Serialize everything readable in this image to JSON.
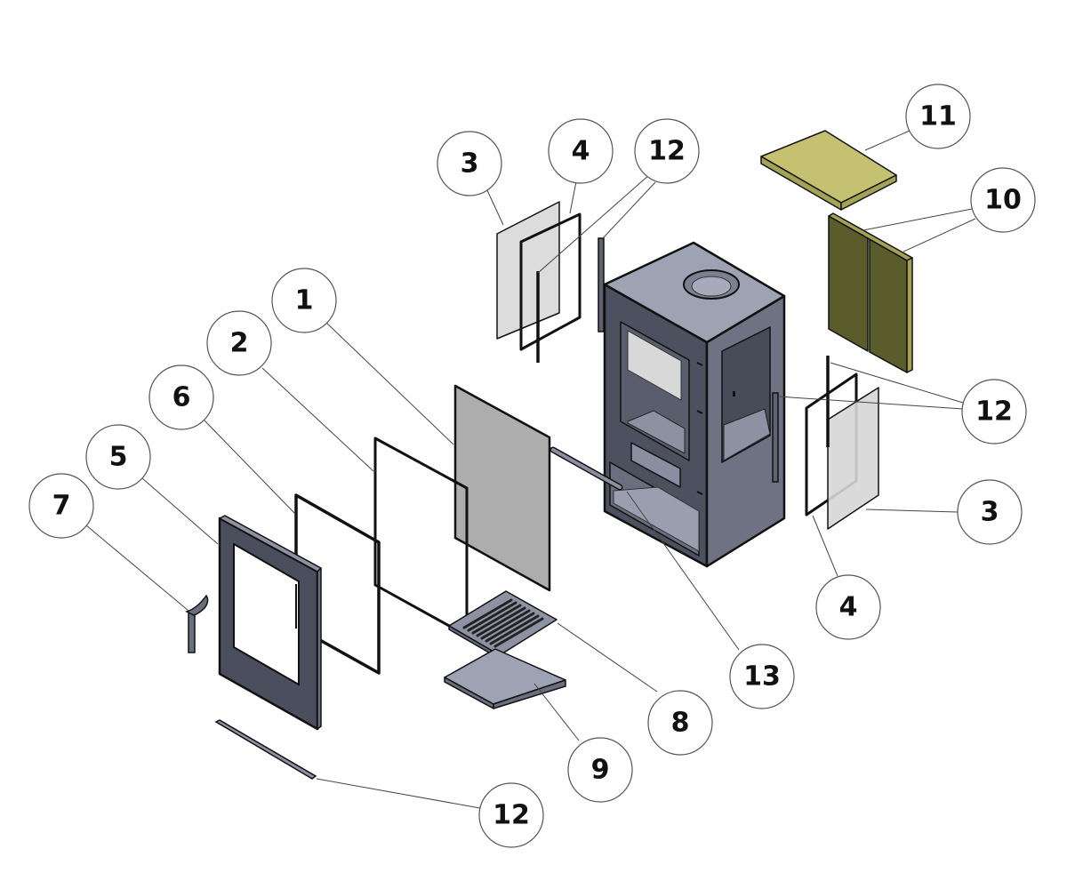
{
  "diagram": {
    "title": "Stove exploded view",
    "colors": {
      "background": "#ffffff",
      "steel_top": "#9ea3b4",
      "steel_front": "#4d505e",
      "steel_side": "#6e7282",
      "steel_dark": "#3d404c",
      "glass": "#dcdcdc",
      "baffle_plate": "#adadad",
      "vermiculite_top": "#c4c270",
      "vermiculite_side": "#5b5c2c",
      "vermiculite_edge": "#a4a254"
    },
    "balloons": [
      {
        "id": "b1",
        "label": "1",
        "part": "baffle-plate"
      },
      {
        "id": "b2",
        "label": "2",
        "part": "door-glass-seal"
      },
      {
        "id": "b6",
        "label": "6",
        "part": "door-rope-seal"
      },
      {
        "id": "b5",
        "label": "5",
        "part": "front-door"
      },
      {
        "id": "b7",
        "label": "7",
        "part": "door-handle"
      },
      {
        "id": "b3top",
        "label": "3",
        "part": "side-glass-left"
      },
      {
        "id": "b4top",
        "label": "4",
        "part": "side-glass-seal-left"
      },
      {
        "id": "b12top",
        "label": "12",
        "part": "glass-clip-left"
      },
      {
        "id": "b11",
        "label": "11",
        "part": "top-firebrick"
      },
      {
        "id": "b10",
        "label": "10",
        "part": "rear-firebricks"
      },
      {
        "id": "b12right",
        "label": "12",
        "part": "glass-clip-right"
      },
      {
        "id": "b3right",
        "label": "3",
        "part": "side-glass-right"
      },
      {
        "id": "b4right",
        "label": "4",
        "part": "side-glass-seal-right"
      },
      {
        "id": "b13",
        "label": "13",
        "part": "air-control-rod"
      },
      {
        "id": "b8",
        "label": "8",
        "part": "grate"
      },
      {
        "id": "b9",
        "label": "9",
        "part": "ash-pan"
      },
      {
        "id": "b12bottom",
        "label": "12",
        "part": "door-glass-clip"
      }
    ]
  }
}
